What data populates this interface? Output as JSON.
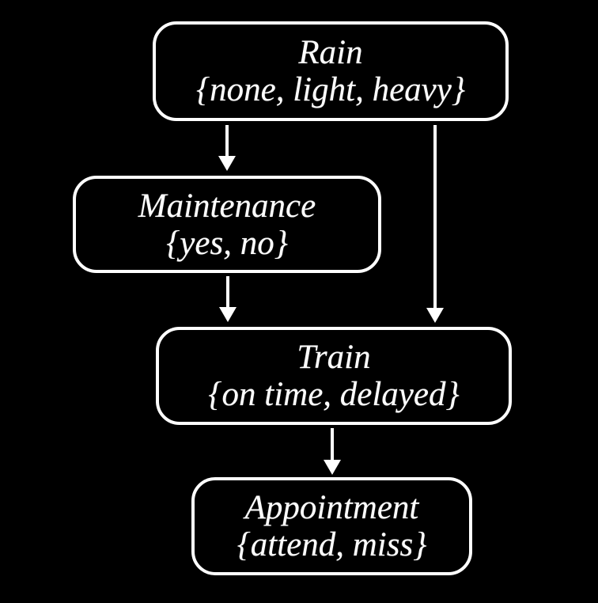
{
  "diagram": {
    "type": "bayesian-network",
    "background_color": "#000000",
    "node_border_color": "#ffffff",
    "text_color": "#ffffff",
    "arrow_color": "#ffffff",
    "nodes": [
      {
        "id": "rain",
        "name": "Rain",
        "domain": "{none, light, heavy}"
      },
      {
        "id": "maintenance",
        "name": "Maintenance",
        "domain": "{yes, no}"
      },
      {
        "id": "train",
        "name": "Train",
        "domain": "{on time, delayed}"
      },
      {
        "id": "appointment",
        "name": "Appointment",
        "domain": "{attend, miss}"
      }
    ],
    "edges": [
      {
        "from": "rain",
        "to": "maintenance"
      },
      {
        "from": "rain",
        "to": "train"
      },
      {
        "from": "maintenance",
        "to": "train"
      },
      {
        "from": "train",
        "to": "appointment"
      }
    ]
  }
}
